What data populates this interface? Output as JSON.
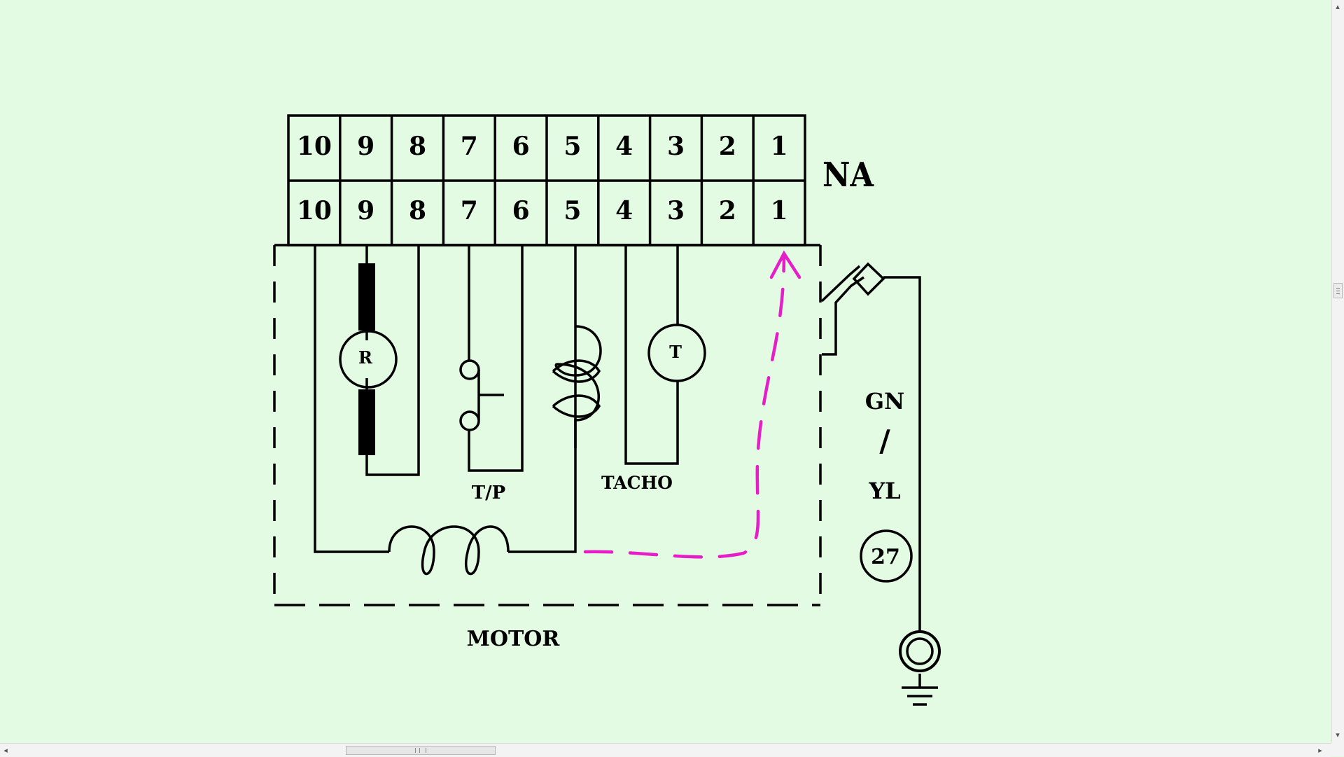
{
  "connector": {
    "label": "NA",
    "pins_top": [
      "10",
      "9",
      "8",
      "7",
      "6",
      "5",
      "4",
      "3",
      "2",
      "1"
    ],
    "pins_bottom": [
      "10",
      "9",
      "8",
      "7",
      "6",
      "5",
      "4",
      "3",
      "2",
      "1"
    ]
  },
  "components": {
    "rotor_symbol": "R",
    "tacho_symbol": "T",
    "thermal_protector_label": "T/P",
    "tacho_label": "TACHO",
    "motor_label": "MOTOR"
  },
  "ground": {
    "wire_color_top": "GN",
    "wire_color_sep": "/",
    "wire_color_bottom": "YL",
    "wire_number": "27"
  },
  "colors": {
    "background": "#e2fbe2",
    "line": "#000000",
    "current_path": "#e61ec8"
  },
  "scrollbars": {
    "left_arrow": "◂",
    "right_arrow": "▸",
    "up_arrow": "▴",
    "down_arrow": "▾"
  }
}
